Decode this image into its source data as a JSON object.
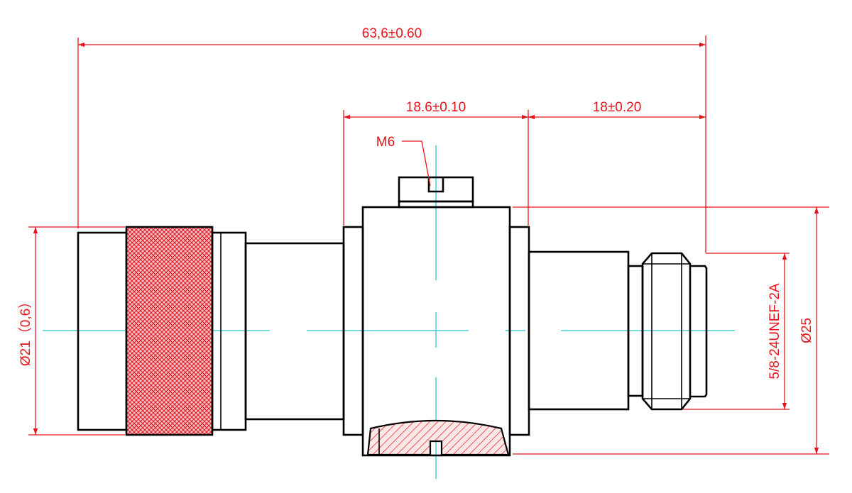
{
  "drawing": {
    "colors": {
      "outline": "#000000",
      "dimension": "#e8141c",
      "centerline": "#25c6cf",
      "hatch": "#e8141c"
    },
    "dimensions": {
      "overall_length": "63,6±0.60",
      "body_length": "18.6±0.10",
      "right_length": "18±0.20",
      "screw_label": "M6",
      "left_diameter": "Ø21（0,6）",
      "thread": "5/8-24UNEF-2A",
      "body_diameter": "Ø25"
    }
  }
}
